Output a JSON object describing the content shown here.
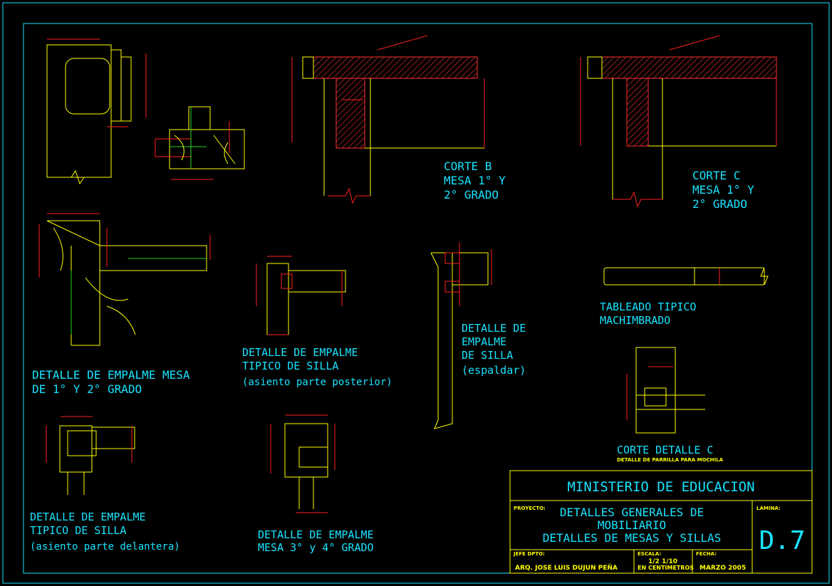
{
  "colors": {
    "background": "#000000",
    "title_text": "#19e3ff",
    "geometry": "#ffff00",
    "dimensions": "#ff2020",
    "hatch": "#ff3030",
    "wood_grain": "#ffff00",
    "joint_line": "#22d822",
    "frame": "#19e3ff"
  },
  "details": {
    "corte_b": {
      "l1": "CORTE B",
      "l2": "MESA 1° Y",
      "l3": "2° GRADO"
    },
    "corte_c": {
      "l1": "CORTE C",
      "l2": "MESA 1° Y",
      "l3": "2° GRADO"
    },
    "empalme_mesa_12": {
      "l1": "DETALLE DE EMPALME MESA",
      "l2": "DE 1° Y 2° GRADO"
    },
    "empalme_silla_post": {
      "l1": "DETALLE DE EMPALME",
      "l2": "TIPICO DE SILLA",
      "l3": "(asiento parte posterior)"
    },
    "empalme_espaldar": {
      "l1": "DETALLE DE",
      "l2": "EMPALME",
      "l3": "DE SILLA",
      "l4": "(espaldar)"
    },
    "tableado": {
      "l1": "TABLEADO TIPICO",
      "l2": "MACHIMBRADO"
    },
    "corte_detalle_c": {
      "l1": "CORTE DETALLE C",
      "sub": "DETALLE DE PARRILLA PARA MOCHILA"
    },
    "empalme_silla_del": {
      "l1": "DETALLE DE EMPALME",
      "l2": "TIPICO DE SILLA",
      "l3": "(asiento parte delantera)"
    },
    "empalme_mesa_34": {
      "l1": "DETALLE DE EMPALME",
      "l2": "MESA 3° y 4° GRADO"
    }
  },
  "title_block": {
    "ministry": "MINISTERIO DE EDUCACION",
    "project_label": "PROYECTO:",
    "project_l1": "DETALLES GENERALES DE",
    "project_l2": "MOBILIARIO",
    "project_l3": "DETALLES DE MESAS Y SILLAS",
    "sheet_label": "LAMINA:",
    "sheet_number": "D.7",
    "author_label": "JEFE DPTO:",
    "author": "ARQ. JOSE LUIS DUJUN PEÑA",
    "scale_label": "ESCALA:",
    "scale_values": "1/2   1/10",
    "units": "EN CENTIMETROS",
    "date_label": "FECHA:",
    "date": "MARZO 2005"
  }
}
